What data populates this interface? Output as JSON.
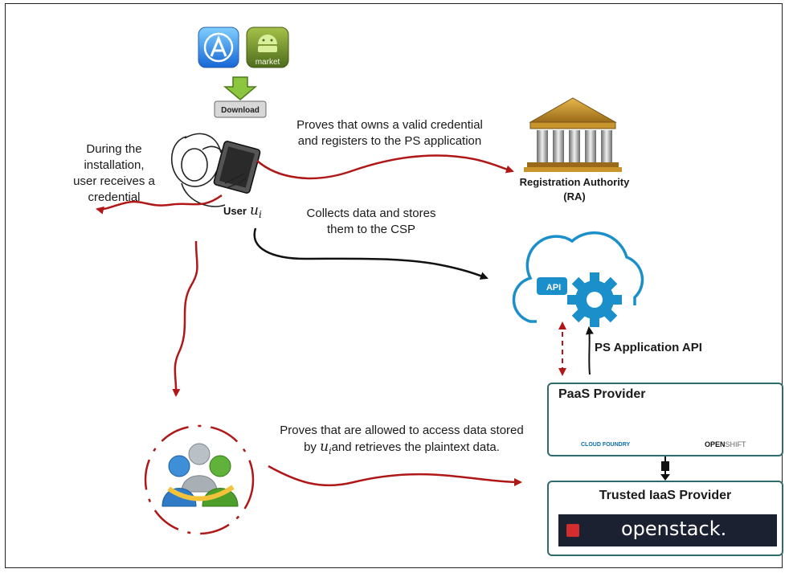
{
  "store_icons": {
    "app_store": "app-store-icon",
    "android_market": "android-market-icon",
    "android_market_text": "market"
  },
  "download": {
    "label": "Download"
  },
  "user": {
    "label": "User",
    "symbol": "u",
    "subscript": "i"
  },
  "installation_note": {
    "line1": "During the",
    "line2": "installation,",
    "line3": "user receives a",
    "line4": "credential"
  },
  "registration_arrow": {
    "line1": "Proves that owns a valid credential",
    "line2": "and registers to the PS application"
  },
  "registration_authority": {
    "line1": "Registration Authority",
    "line2": "(RA)"
  },
  "collect_arrow": {
    "line1": "Collects data and stores",
    "line2": "them to the CSP"
  },
  "cloud_api": {
    "badge": "API"
  },
  "ps_api": {
    "label": "PS Application API"
  },
  "paas": {
    "title": "PaaS Provider",
    "cloud_foundry": "CLOUD FOUNDRY",
    "openshift_open": "OPEN",
    "openshift_shift": "SHIFT"
  },
  "iaas": {
    "title": "Trusted IaaS Provider",
    "openstack": "openstack."
  },
  "access_arrow": {
    "line1": "Proves that are allowed to access data stored",
    "line2_pre": "by",
    "line2_symbol": "u",
    "line2_sub": "i",
    "line2_post": "and retrieves the plaintext data."
  },
  "colors": {
    "red_arrow": "#b01818",
    "black_arrow": "#111111",
    "cloud_blue": "#1a8fc9",
    "box_border": "#2f6b6b",
    "openstack_bg": "#1c2131"
  }
}
